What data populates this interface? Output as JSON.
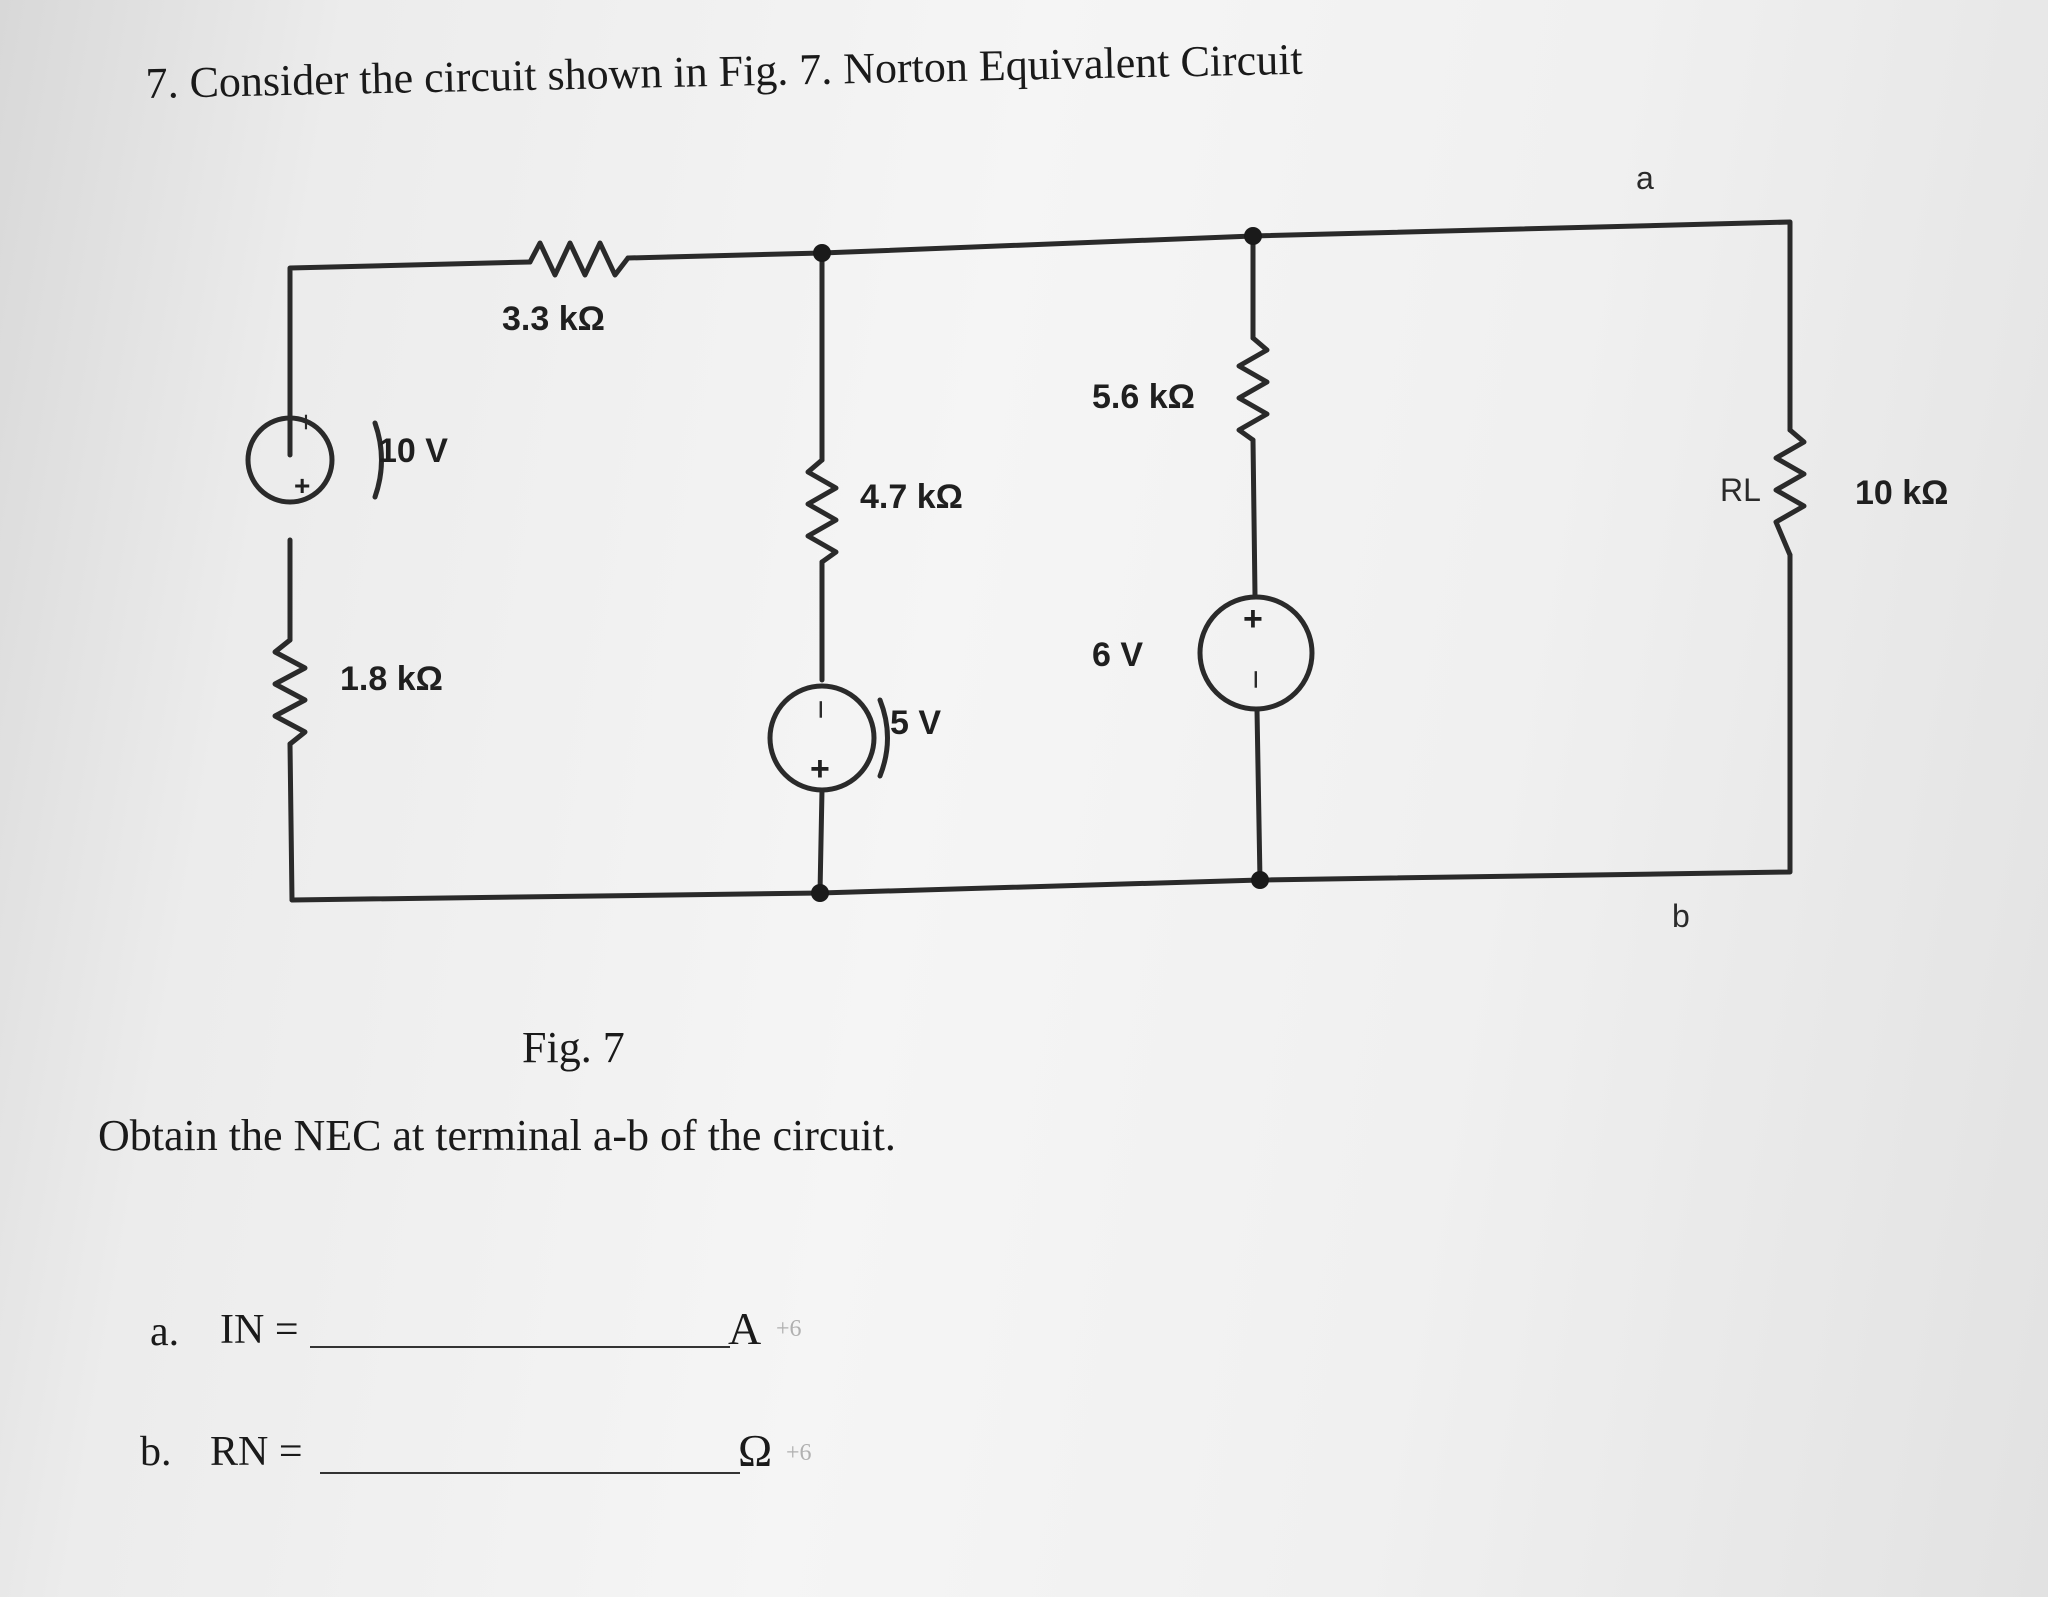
{
  "question": {
    "header": "7. Consider the circuit shown in Fig. 7. Norton Equivalent Circuit",
    "instruction": "Obtain the NEC at terminal a-b of the circuit."
  },
  "figure": {
    "caption": "Fig. 7",
    "components": {
      "r1": "3.3 kΩ",
      "r2": "1.8 kΩ",
      "r3": "4.7 kΩ",
      "r4": "5.6 kΩ",
      "rl_label": "RL",
      "rl_value": "10 kΩ",
      "v1": "10 V",
      "v2": "5 V",
      "v3": "6 V"
    },
    "terminals": {
      "a": "a",
      "b": "b"
    },
    "polarity": {
      "plus": "+",
      "minus": "−"
    }
  },
  "answers": [
    {
      "prefix": "a.",
      "label": "IN =",
      "unit": "A",
      "points": "+6"
    },
    {
      "prefix": "b.",
      "label": "RN =",
      "unit": "Ω",
      "points": "+6"
    }
  ]
}
